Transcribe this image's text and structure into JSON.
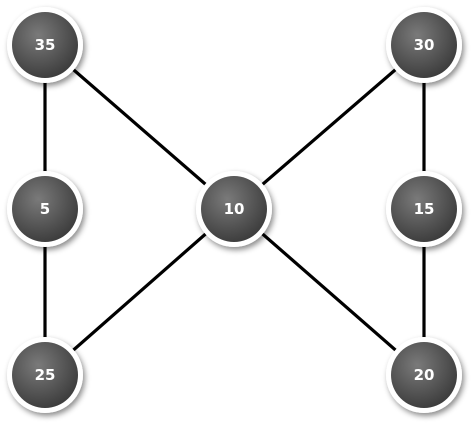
{
  "graph": {
    "nodes": [
      {
        "id": "n35",
        "label": "35"
      },
      {
        "id": "n30",
        "label": "30"
      },
      {
        "id": "n5",
        "label": "5"
      },
      {
        "id": "n10",
        "label": "10"
      },
      {
        "id": "n15",
        "label": "15"
      },
      {
        "id": "n25",
        "label": "25"
      },
      {
        "id": "n20",
        "label": "20"
      }
    ],
    "edges": [
      {
        "from": "n35",
        "to": "n5"
      },
      {
        "from": "n5",
        "to": "n25"
      },
      {
        "from": "n35",
        "to": "n10"
      },
      {
        "from": "n25",
        "to": "n10"
      },
      {
        "from": "n30",
        "to": "n10"
      },
      {
        "from": "n20",
        "to": "n10"
      },
      {
        "from": "n30",
        "to": "n15"
      },
      {
        "from": "n15",
        "to": "n20"
      }
    ]
  },
  "colors": {
    "edge": "#000000",
    "node_fill_light": "#7a7a7a",
    "node_fill_dark": "#3a3a3a",
    "node_ring": "#ffffff",
    "label": "#ffffff"
  }
}
